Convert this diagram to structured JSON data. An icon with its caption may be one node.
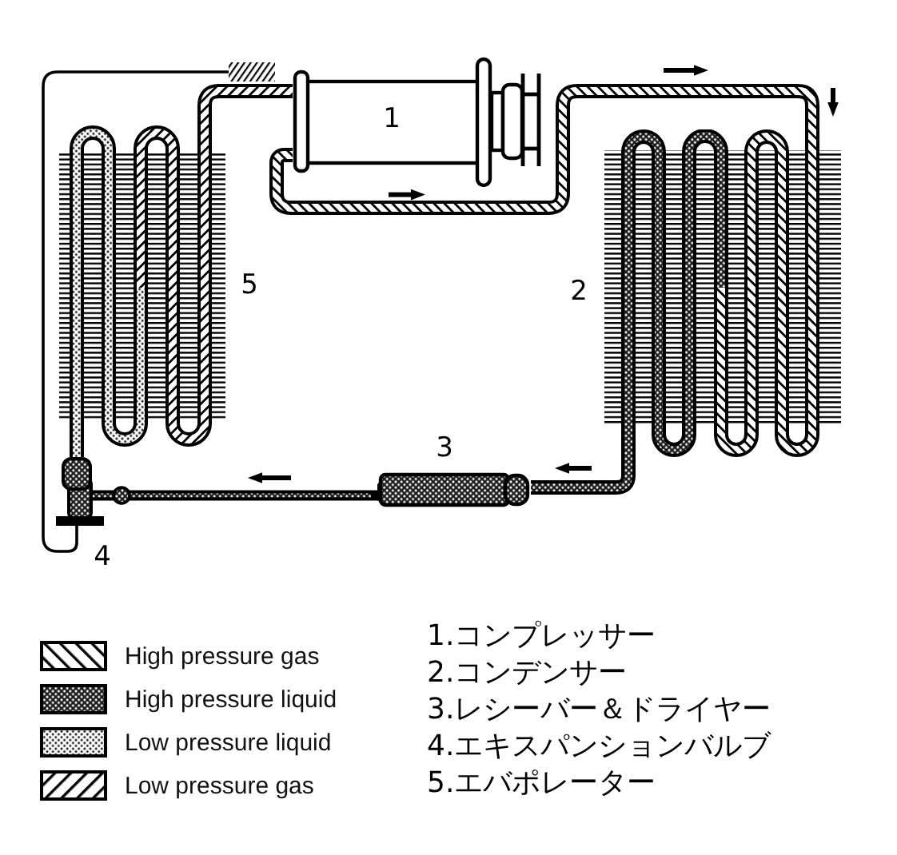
{
  "diagram": {
    "nodes": [
      {
        "text": [
          "1"
        ]
      },
      {
        "text": [],
        "shape": "picture",
        "beside": [
          "2"
        ]
      },
      {
        "text": [],
        "shape": "cylinder",
        "beside": [
          "3"
        ]
      },
      {
        "text": [],
        "shape": "picture",
        "beside": [
          "4"
        ]
      },
      {
        "text": [],
        "shape": "picture",
        "beside": [
          "5"
        ]
      },
      {
        "text": [],
        "shape": "box"
      }
    ],
    "edges": [
      {
        "from": 0,
        "to": 1,
        "arrow": "none"
      },
      {
        "from": 1,
        "to": 2,
        "arrow": "none"
      },
      {
        "from": 2,
        "to": 3,
        "arrow": "none"
      },
      {
        "from": 3,
        "to": 4,
        "arrow": "none"
      },
      {
        "from": 4,
        "to": 0,
        "arrow": "none"
      },
      {
        "from": 3,
        "to": 5,
        "arrow": "none"
      }
    ],
    "labels": [
      "1.コンプレッサー",
      "2.コンデンサー",
      "3.レシーバー＆ドライヤー",
      "4.エキスパンションバルブ",
      "5.エバポレーター"
    ],
    "legend": [
      {
        "text": "High pressure gas"
      },
      {
        "text": "High pressure liquid"
      },
      {
        "text": "Low pressure liquid"
      },
      {
        "text": "Low pressure gas"
      }
    ]
  }
}
